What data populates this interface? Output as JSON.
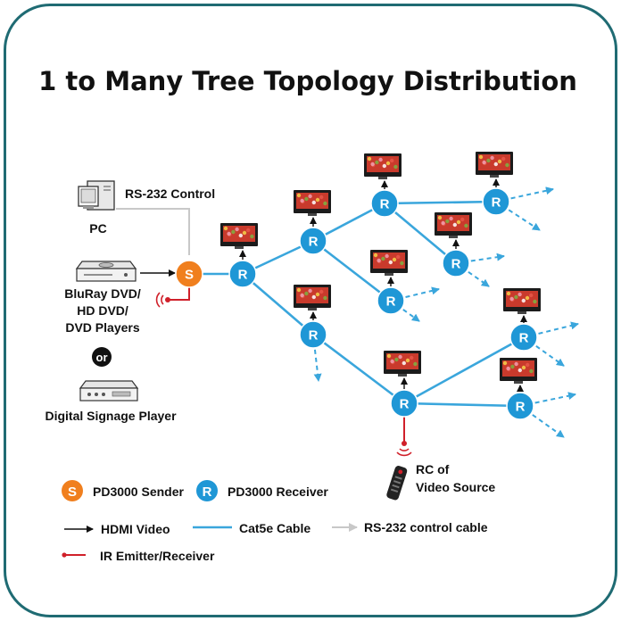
{
  "title": "1 to Many Tree Topology Distribution",
  "sources": {
    "pc": "PC",
    "rs232_control": "RS-232 Control",
    "bluray_line1": "BluRay DVD/",
    "bluray_line2": "HD DVD/",
    "bluray_line3": "DVD Players",
    "or": "or",
    "signage": "Digital Signage Player"
  },
  "node_letters": {
    "sender": "S",
    "receiver": "R"
  },
  "remote": {
    "line1": "RC of",
    "line2": "Video Source"
  },
  "legend": {
    "sender": "PD3000 Sender",
    "receiver": "PD3000 Receiver",
    "hdmi": "HDMI Video",
    "cat5e": "Cat5e Cable",
    "rs232": "RS-232 control cable",
    "ir": "IR Emitter/Receiver"
  },
  "colors": {
    "sender": "#f07f1e",
    "receiver": "#1f97d6",
    "cat5e": "#3aa6dc",
    "ir": "#d0202a",
    "rs232": "#c8c8c8",
    "hdmi": "#111111",
    "frame": "#1f6b73"
  }
}
